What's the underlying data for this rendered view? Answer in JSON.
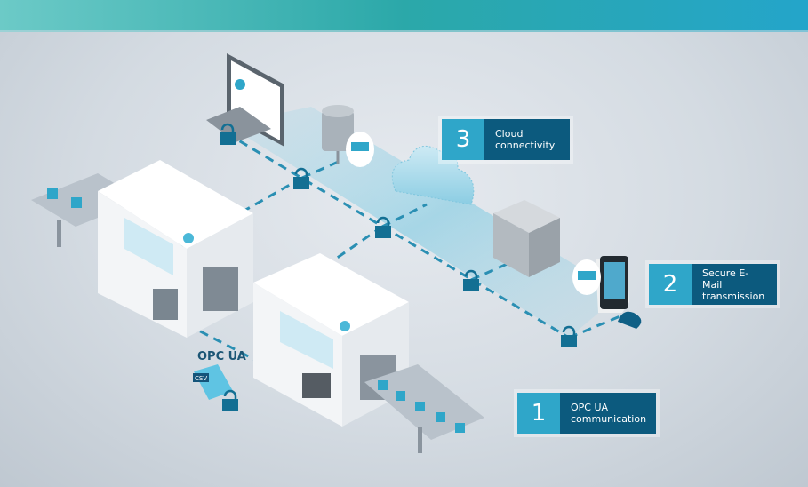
{
  "header": {
    "bar_colors": [
      "#6ccac7",
      "#2ba8a9",
      "#24a5ca"
    ]
  },
  "labels": [
    {
      "number": "3",
      "line1": "Cloud",
      "line2": "connectivity"
    },
    {
      "number": "2",
      "line1": "Secure E-Mail",
      "line2": "transmission"
    },
    {
      "number": "1",
      "line1": "OPC UA",
      "line2": "communication"
    }
  ],
  "badges": {
    "opc": "OPC UA",
    "csv": "CSV"
  },
  "colors": {
    "accent_light": "#2fa6c9",
    "accent_dark": "#0c5a7e",
    "dash": "#2a8fb3",
    "lock": "#136f93"
  }
}
